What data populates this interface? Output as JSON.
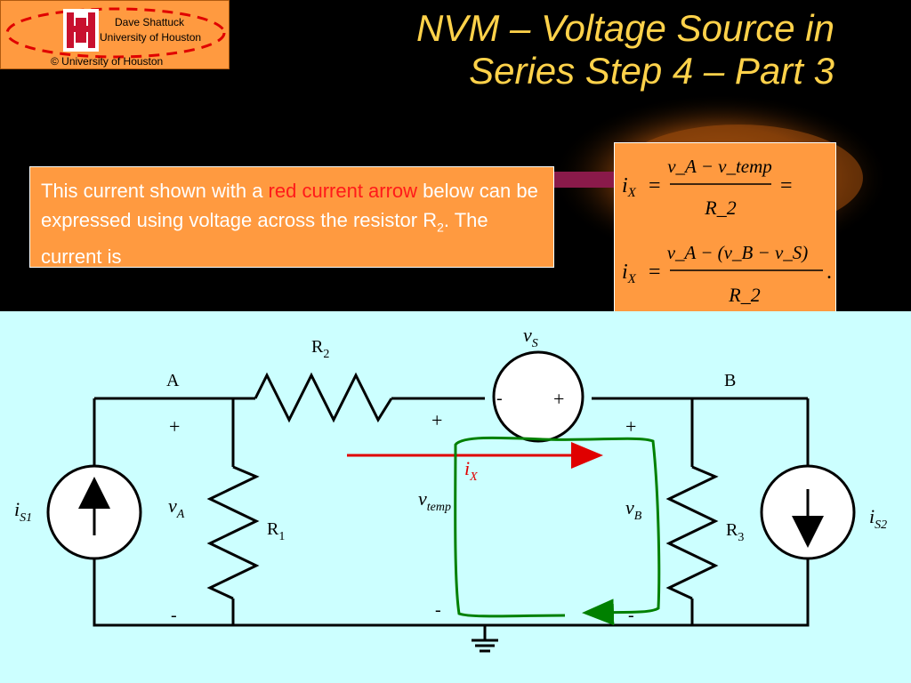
{
  "logo": {
    "author": "Dave Shattuck",
    "institution": "University of Houston",
    "copyright": "© University of Houston"
  },
  "title": {
    "line1": "NVM – Voltage Source in",
    "line2": "Series Step 4 – Part 3"
  },
  "explanation": {
    "part1": "This current shown with a ",
    "highlight": "red current arrow",
    "part2": " below can be expressed using voltage across the resistor R",
    "subscript": "2",
    "part3": ".  The current is"
  },
  "equations": {
    "lhs": "i",
    "lhs_sub": "X",
    "eq1_num": "v_A − v_temp",
    "eq1_den": "R_2",
    "eq2_num": "v_A − (v_B − v_S)",
    "eq2_den": "R_2",
    "equals": "=",
    "period": "."
  },
  "circuit": {
    "node_a": "A",
    "node_b": "B",
    "r1": "R",
    "r1_sub": "1",
    "r2": "R",
    "r2_sub": "2",
    "r3": "R",
    "r3_sub": "3",
    "vs": "v",
    "vs_sub": "S",
    "vs_minus": "-",
    "vs_plus": "+",
    "is1": "i",
    "is1_sub": "S1",
    "is2": "i",
    "is2_sub": "S2",
    "va": "v",
    "va_sub": "A",
    "vb": "v",
    "vb_sub": "B",
    "vtemp": "v",
    "vtemp_sub": "temp",
    "ix": "i",
    "ix_sub": "X",
    "plus": "+",
    "minus": "-"
  },
  "colors": {
    "title": "#ffd24a",
    "box_fill": "#ff9a40",
    "circuit_bg": "#ccffff",
    "current_arrow": "#e00000",
    "loop": "#008000"
  }
}
